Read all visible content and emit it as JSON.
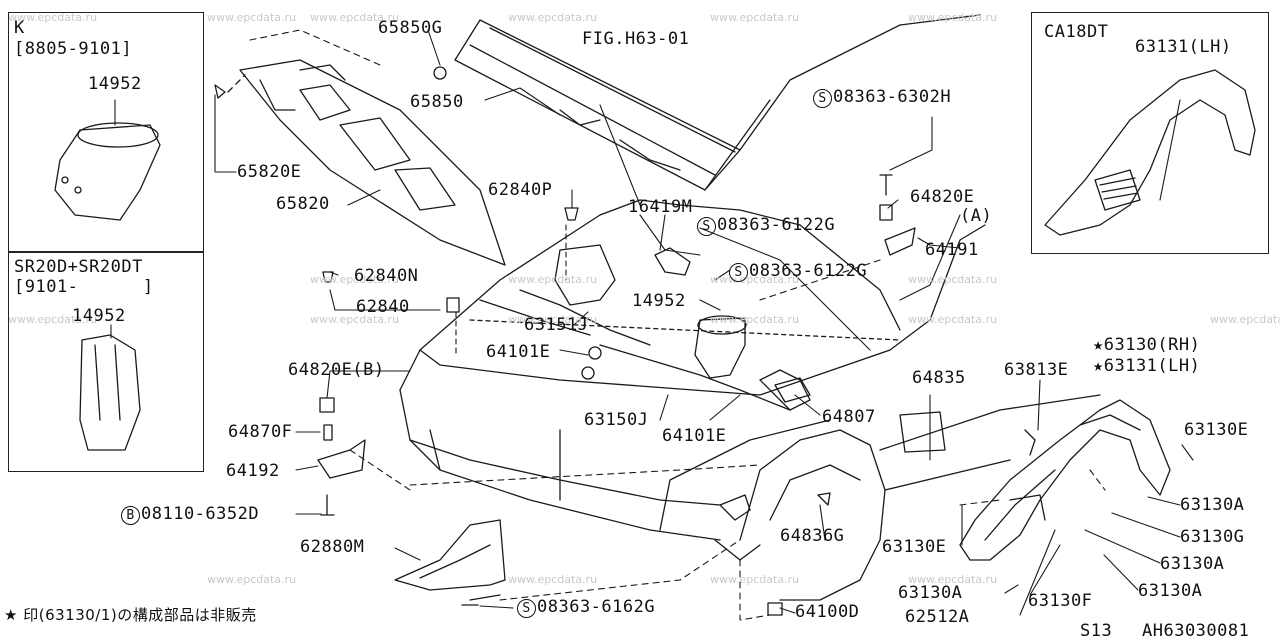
{
  "watermark": "www.epcdata.ru",
  "figure_ref": "FIG.H63-01",
  "inset_k": {
    "title": "K",
    "range": "[8805-9101]",
    "part": "14952"
  },
  "inset_sr": {
    "title": "SR20D+SR20DT",
    "range": "[9101-      ]",
    "part": "14952"
  },
  "inset_ca": {
    "title": "CA18DT",
    "part": "63131(LH)"
  },
  "parts": {
    "p65850g": "65850G",
    "p65850": "65850",
    "p65820e": "65820E",
    "p65820": "65820",
    "p62840p": "62840P",
    "p16419m": "16419M",
    "s08363_6122g_a": "08363-6122G",
    "s08363_6122g_b": "08363-6122G",
    "s08363_6302h": "08363-6302H",
    "p64820e_a": "64820E",
    "p_a_note": "(A)",
    "p64191": "64191",
    "p62840n": "62840N",
    "p62840": "62840",
    "p14952": "14952",
    "p63151j": "63151J",
    "p64101e_a": "64101E",
    "p64820e_b": "64820E(B)",
    "p63150j": "63150J",
    "p64101e_b": "64101E",
    "p64807": "64807",
    "p64835": "64835",
    "p63813e": "63813E",
    "star63130": "★63130(RH)",
    "star63131": "★63131(LH)",
    "p63130e_r": "63130E",
    "p64870f": "64870F",
    "p64192": "64192",
    "b08110_6352d": "08110-6352D",
    "p64836g": "64836G",
    "p63130a_1": "63130A",
    "p63130g": "63130G",
    "p63130e_l": "63130E",
    "p63130a_2": "63130A",
    "p62880m": "62880M",
    "s08363_6162g": "08363-6162G",
    "p63130a_3": "63130A",
    "p63130f": "63130F",
    "p63130a_4": "63130A",
    "p64100d": "64100D",
    "p62512a": "62512A"
  },
  "symbols": {
    "screw_s": "S",
    "bolt_b": "B"
  },
  "footnote": "★ 印(63130/1)の構成部品は非販売",
  "page_code": "S13",
  "doc_code": "AH63030081"
}
